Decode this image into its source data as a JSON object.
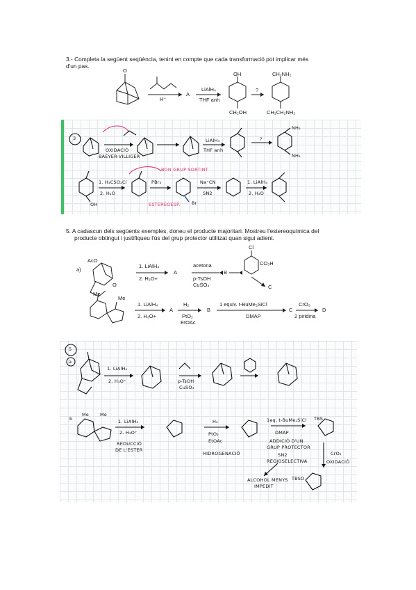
{
  "q3": {
    "statement_line1": "3.- Completa la següent seqüència, tenint en compte que cada transformació pot implicar més",
    "statement_line2": "d'un pas.",
    "reagent_over_arrow1": "O",
    "reagent_under_arrow1": "H⁺",
    "label_A": "A",
    "reagent_lialh4": "LiAlH₄",
    "reagent_thf": "THF anh",
    "label_oh": "OH",
    "label_ch2oh": "CH₂OH",
    "label_question": "?",
    "label_ch2nh2_top": "CH₂NH₂",
    "label_ch2nh2_bottom": "CH₂CH₂NH₂"
  },
  "card1": {
    "number": "3",
    "note_oxidacio": "OXIDACIÓ",
    "note_baeyer": "BAEYER-VILLIGER",
    "note_lialh4": "LiAlH₄",
    "note_thf": "THF anh",
    "note_question": "?",
    "note_nh2_a": "NH₂",
    "note_nh2_b": "NH₂",
    "note_step1": "1. H₃CSO₂Cl",
    "note_step2": "2. H₂O",
    "note_pbr3": "PBr₃",
    "note_bon_grup": "BON GRUP SORTINT",
    "note_estereo": "ESTEREOESP.",
    "note_kcn": "Na⁺CN",
    "note_sn2": "SN2",
    "note_lialh4b": "1. LiAlH₄",
    "note_h2ob": "2. H₂O",
    "note_oh": "OH",
    "note_br": "Br"
  },
  "q5": {
    "statement_line1": "5. A cadascun dels següents exemples, doneu el producte majoritari. Mostreu l'estereoquímica del",
    "statement_line2": "producte obtingut i justifiqueu l'ús del grup protector utilitzat quan sigui adient.",
    "part_a": "a)",
    "a_substituent1": "AcO",
    "a_substituent2": "O",
    "a_step1": "1. LiAlH₄",
    "a_step2": "2. H₃O+",
    "label_A": "A",
    "acetone": "acetona",
    "ptsoh": "p-TsOH",
    "cuso4": "CuSO₄",
    "label_B": "B",
    "cl": "Cl",
    "co3h": "CO₃H",
    "label_C": "C",
    "b_me1": "Me",
    "b_me2": "Me",
    "b_step1": "1. LiAlH₄",
    "b_step2": "2. H₃O+",
    "b_label_A": "A",
    "h2": "H₂",
    "pto2": "PtO₂",
    "etoac": "EtOAc",
    "b_label_B": "B",
    "tbs": "1 equiv. t-BuMe₂SiCl",
    "dmap": "DMAP",
    "b_label_C": "C",
    "cro3": "CrO₃",
    "piridina": "2 piridina",
    "label_D": "D"
  },
  "card2": {
    "number": "5",
    "part_a": "a",
    "a_step1": "1. LiAlH₄",
    "a_step2": "2. H₃O⁺",
    "a_ptsoh": "p-TsOH",
    "a_cuso4": "CuSO₄",
    "part_b": "b",
    "b_me1": "Me",
    "b_me2": "Me",
    "b_step1": "1. LiAlH₄",
    "b_step2": "2. H₃O⁺",
    "b_reduccio1": "REDUCCIÓ",
    "b_reduccio2": "DE L'ESTER",
    "b_h2": "H₂",
    "b_pto2": "PtO₂",
    "b_etoac": "EtOAc",
    "b_hidro": "HIDROGENACIÓ",
    "b_tbs": "1eq. t-BuMe₂SiCl",
    "b_dmap": "DMAP",
    "b_addicio1": "ADDICIÓ D'UN",
    "b_addicio2": "GRUP PROTECTOR",
    "b_sn2": "SN2",
    "b_regio": "REGIOSELECTIVA",
    "b_alcohol1": "ALCOHOL MENYS",
    "b_alcohol2": "IMPEDIT",
    "b_tbso": "TBSO",
    "b_cro3": "CrO₃",
    "b_oxidacio": "OXIDACIÓ",
    "b_tbs_label": "TBS"
  }
}
